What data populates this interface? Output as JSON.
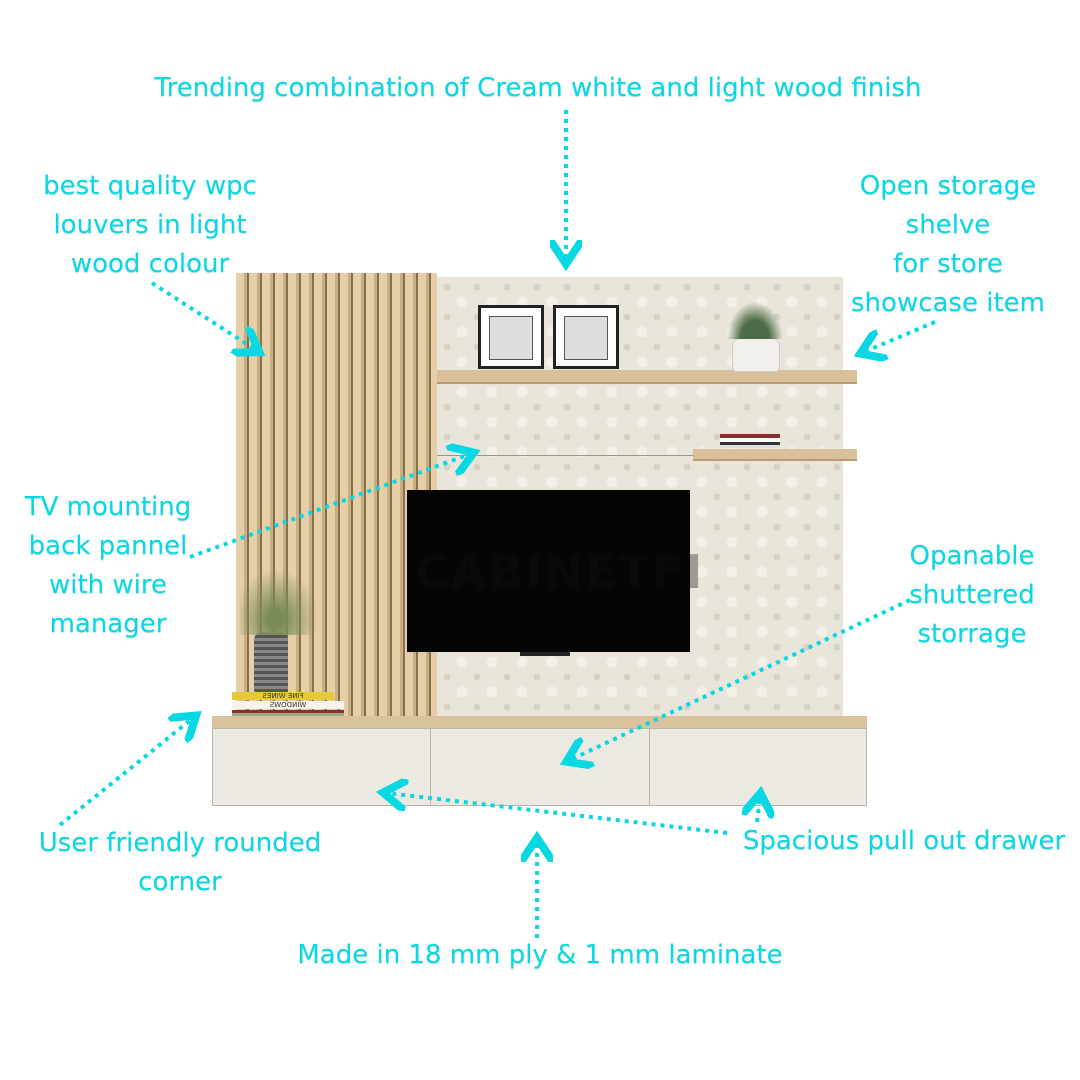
{
  "annotations": {
    "top": {
      "lines": [
        "Trending combination of  Cream white and light wood finish"
      ]
    },
    "louvers": {
      "lines": [
        "best quality wpc",
        "louvers in light",
        "wood colour"
      ]
    },
    "shelves": {
      "lines": [
        "Open storage",
        "shelve",
        "for store",
        "showcase item"
      ]
    },
    "tv_panel": {
      "lines": [
        "TV mounting",
        "back pannel",
        "with wire",
        "manager"
      ]
    },
    "shutters": {
      "lines": [
        "Opanable",
        "shuttered",
        "storrage"
      ]
    },
    "corner": {
      "lines": [
        "User friendly rounded",
        "corner"
      ]
    },
    "drawer": {
      "lines": [
        "Spacious pull out drawer"
      ]
    },
    "material": {
      "lines": [
        "Made in 18 mm ply & 1 mm laminate"
      ]
    }
  },
  "product": {
    "watermark": "CABINETFI",
    "books": [
      "FINE WINES",
      "WINDOWS"
    ]
  },
  "colors": {
    "annotation": "#08d8e2",
    "panel": "#e9e5db",
    "wood": "#d9c29c",
    "drawer": "#ece9e2"
  }
}
